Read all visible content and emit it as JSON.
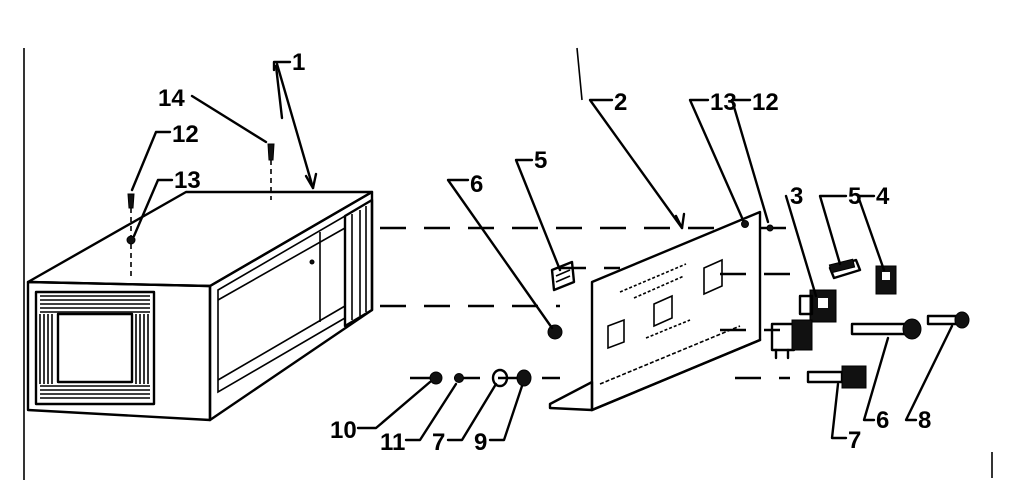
{
  "labels": {
    "l1": "1",
    "l2": "2",
    "l3": "3",
    "l4": "4",
    "l5a": "5",
    "l5b": "5",
    "l6a": "6",
    "l6b": "6",
    "l7a": "7",
    "l7b": "7",
    "l8": "8",
    "l9": "9",
    "l10": "10",
    "l11": "11",
    "l12a": "12",
    "l12b": "12",
    "l13a": "13",
    "l13b": "13",
    "l14": "14"
  },
  "colors": {
    "ink": "#000000",
    "paper": "#ffffff"
  }
}
